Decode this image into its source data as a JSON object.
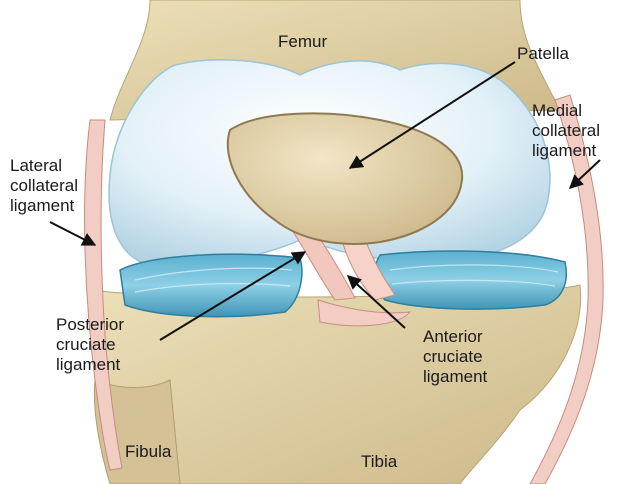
{
  "labels": {
    "femur": "Femur",
    "patella": "Patella",
    "medial_collateral": "Medial\ncollateral\nligament",
    "lateral_collateral": "Lateral\ncollateral\nligament",
    "posterior_cruciate": "Posterior\ncruciate\nligament",
    "anterior_cruciate": "Anterior\ncruciate\nligament",
    "fibula": "Fibula",
    "tibia": "Tibia"
  }
}
